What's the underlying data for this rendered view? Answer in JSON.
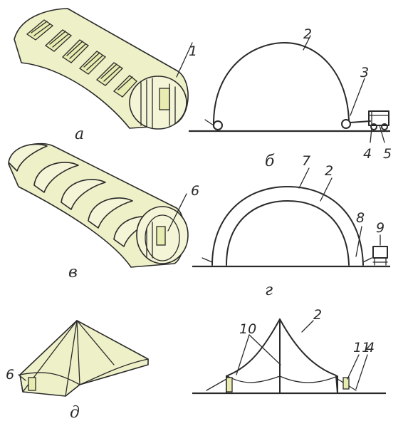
{
  "panel_letters": {
    "a": "а",
    "b": "б",
    "v": "в",
    "g": "г",
    "d": "д"
  },
  "callouts": {
    "n1": "1",
    "n2": "2",
    "n3": "3",
    "n4": "4",
    "n5": "5",
    "n6": "6",
    "n7": "7",
    "n8": "8",
    "n9": "9",
    "n10": "10",
    "n11": "11"
  },
  "colors": {
    "line": "#2a2a2a",
    "fabric": "#eef0c8",
    "background": "#ffffff"
  }
}
